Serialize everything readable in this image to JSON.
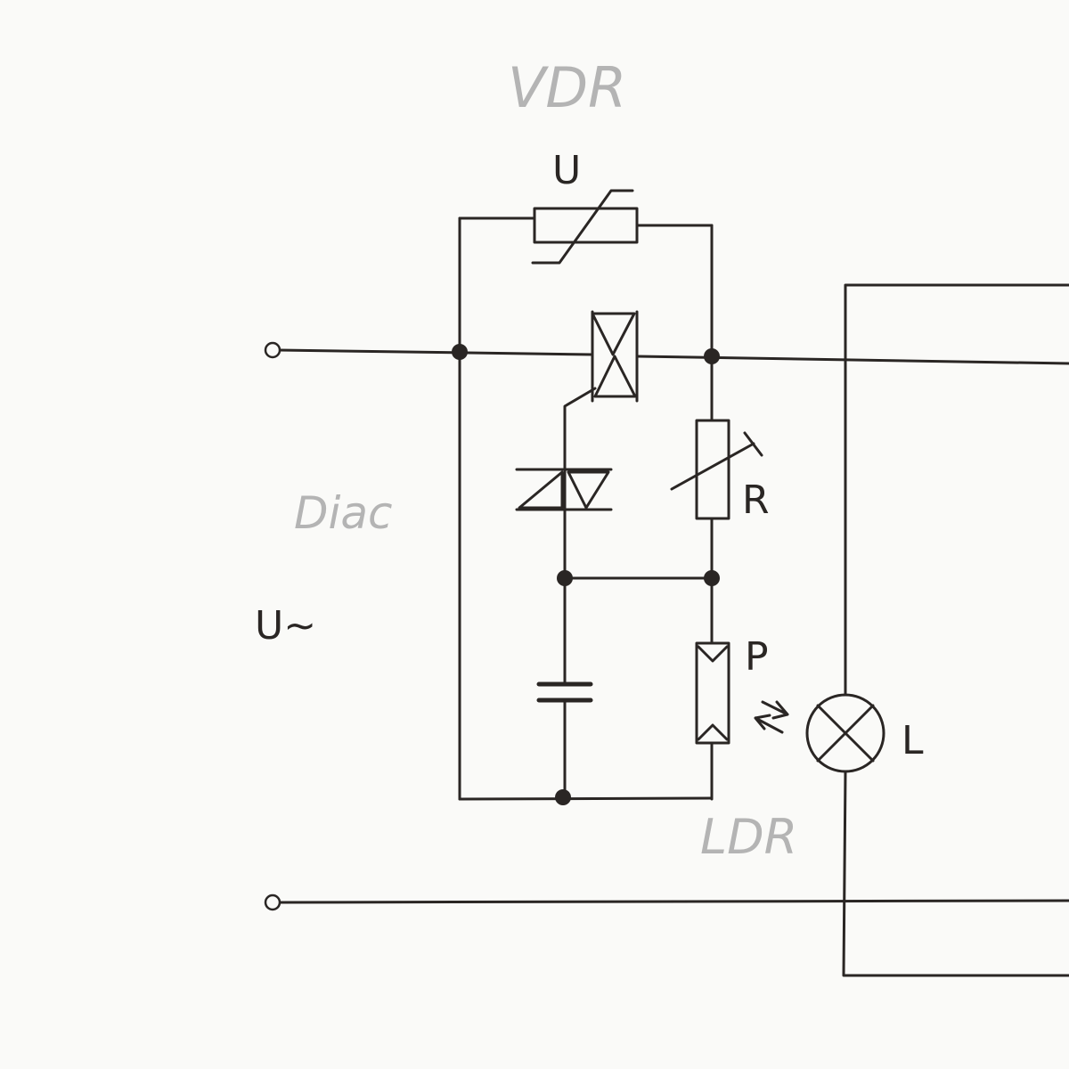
{
  "diagram": {
    "labels": {
      "varistor": "U",
      "resistor": "R",
      "photoresistor": "P",
      "lamp": "L",
      "supply": "U~"
    },
    "annotations": {
      "vdr": "VDR",
      "diac": "Diac",
      "ldr": "LDR"
    },
    "colors": {
      "ink": "#2a2624",
      "pencil": "#b4b4b4",
      "paper": "#fafaf8"
    }
  }
}
